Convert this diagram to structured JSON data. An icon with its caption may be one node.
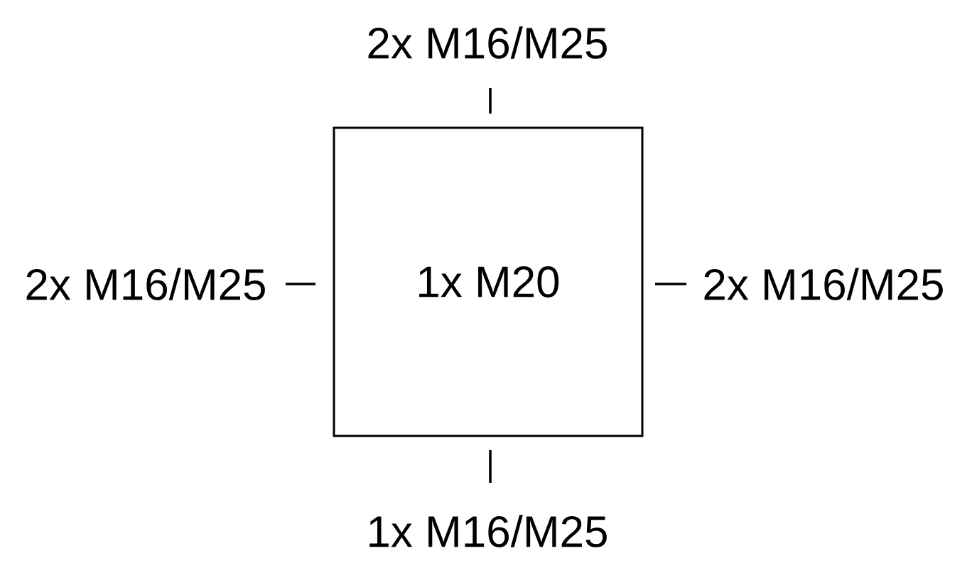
{
  "diagram": {
    "nodes": [
      {
        "text": [
          "1x M20"
        ]
      }
    ],
    "labels": [
      "2x M16/M25",
      "2x M16/M25",
      "2x M16/M25",
      "1x M16/M25"
    ]
  }
}
